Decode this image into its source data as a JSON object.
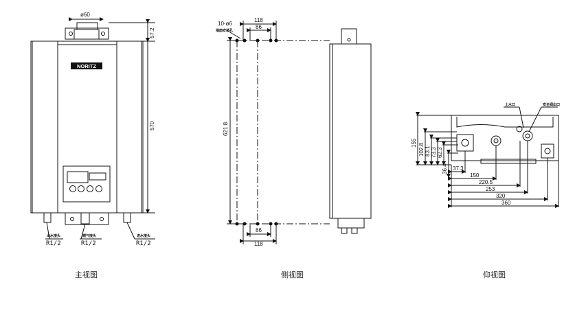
{
  "views": {
    "front": {
      "caption": "主视图",
      "brand": "NORITZ",
      "dims": {
        "flue_dia": "ø60",
        "top_gap": "57.2",
        "height": "570"
      },
      "ports": [
        {
          "label_cn": "出水接头",
          "size": "R1/2"
        },
        {
          "label_cn": "燃气接头",
          "size": "R1/2"
        },
        {
          "label_cn": "进水接头",
          "size": "R1/2"
        }
      ]
    },
    "side": {
      "caption": "侧视图",
      "dims": {
        "holes": "10-ø6",
        "holes_note": "墙面安装孔",
        "top_outer": "118",
        "top_inner": "86",
        "height": "621.8",
        "bottom_inner": "86",
        "bottom_outer": "118"
      }
    },
    "bottom": {
      "caption": "仰视图",
      "labels": {
        "left_callout": "上水口",
        "right_callout": "安全阀出口"
      },
      "vertical_dims": [
        "155",
        "102.8",
        "83.1",
        "73.3",
        "62.3",
        "36.4"
      ],
      "horizontal_dims": [
        "37.3",
        "150",
        "220.5",
        "253",
        "320",
        "360"
      ]
    }
  }
}
